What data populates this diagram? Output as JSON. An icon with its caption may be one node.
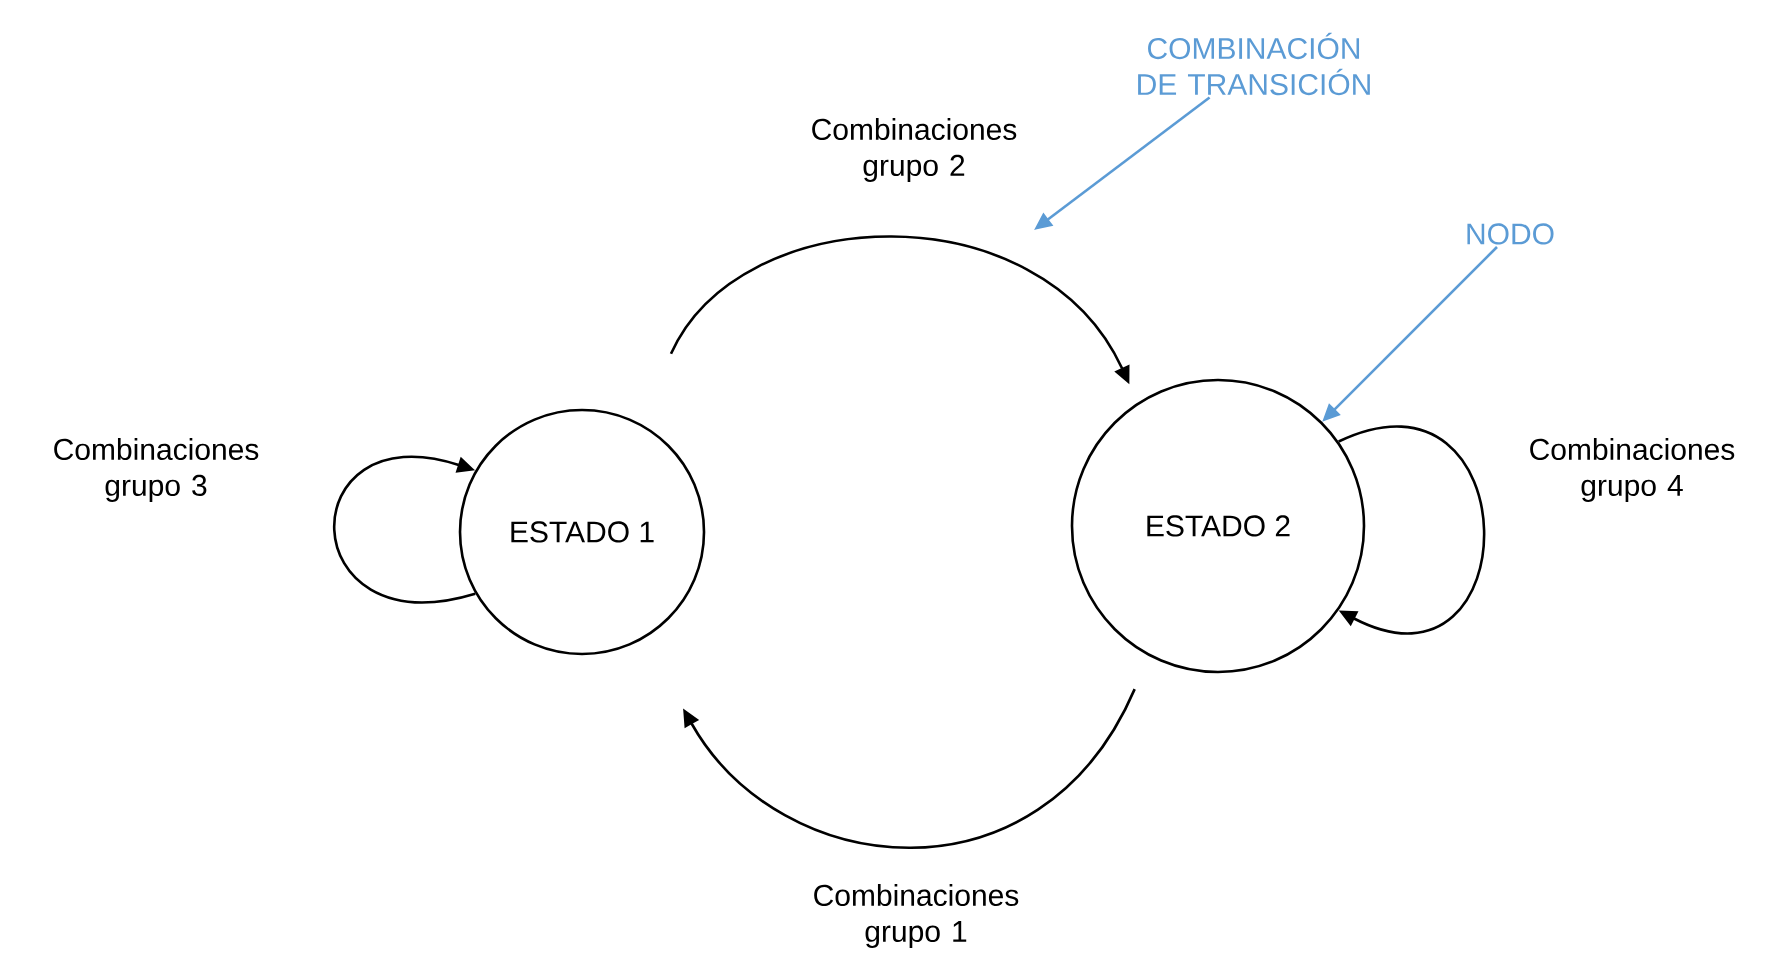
{
  "diagram": {
    "nodes": [
      {
        "text": [
          "ESTADO 1"
        ]
      },
      {
        "text": [
          "ESTADO 2"
        ]
      },
      {
        "text": [
          "COMBINACIÓN DE TRANSICIÓN"
        ]
      },
      {
        "text": [
          "NODO"
        ]
      }
    ],
    "edges": [
      {
        "from": 0,
        "to": 1,
        "arrow": "to",
        "label": "Combinaciones grupo 2"
      },
      {
        "from": 1,
        "to": 0,
        "arrow": "to",
        "label": "Combinaciones grupo 1"
      },
      {
        "from": 0,
        "to": 0,
        "arrow": "to",
        "label": "Combinaciones grupo 3"
      },
      {
        "from": 1,
        "to": 1,
        "arrow": "to",
        "label": "Combinaciones grupo 4"
      },
      {
        "from": 2,
        "to": null,
        "arrow": "to",
        "color": "#5b9bd5"
      },
      {
        "from": 3,
        "to": 1,
        "arrow": "to",
        "color": "#5b9bd5"
      }
    ]
  }
}
